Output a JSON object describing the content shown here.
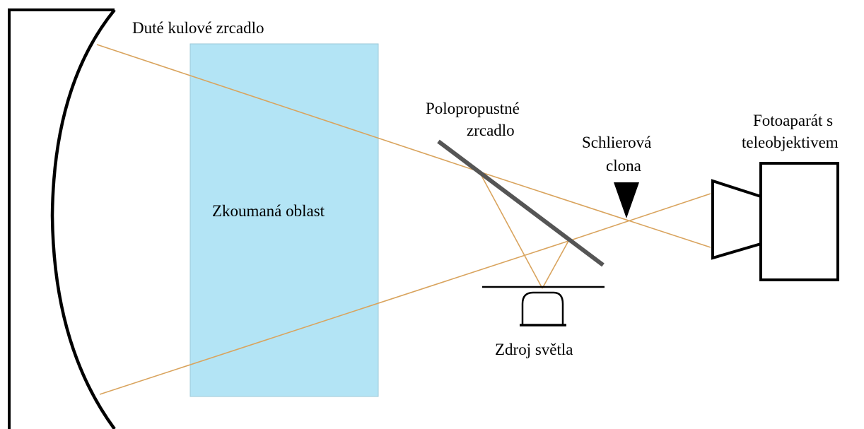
{
  "labels": {
    "concave_mirror": "Duté kulové zrcadlo",
    "test_area": "Zkoumaná oblast",
    "beam_splitter_line1": "Polopropustné",
    "beam_splitter_line2": "zrcadlo",
    "knife_edge_line1": "Schlierová",
    "knife_edge_line2": "clona",
    "camera_line1": "Fotoaparát s",
    "camera_line2": "teleobjektivem",
    "light_source": "Zdroj světla"
  },
  "colors": {
    "ray": "#d9a45e",
    "test_area_fill": "#b3e4f5",
    "test_area_stroke": "#9cc9d8",
    "beam_splitter": "#555555",
    "outline": "#000000"
  }
}
